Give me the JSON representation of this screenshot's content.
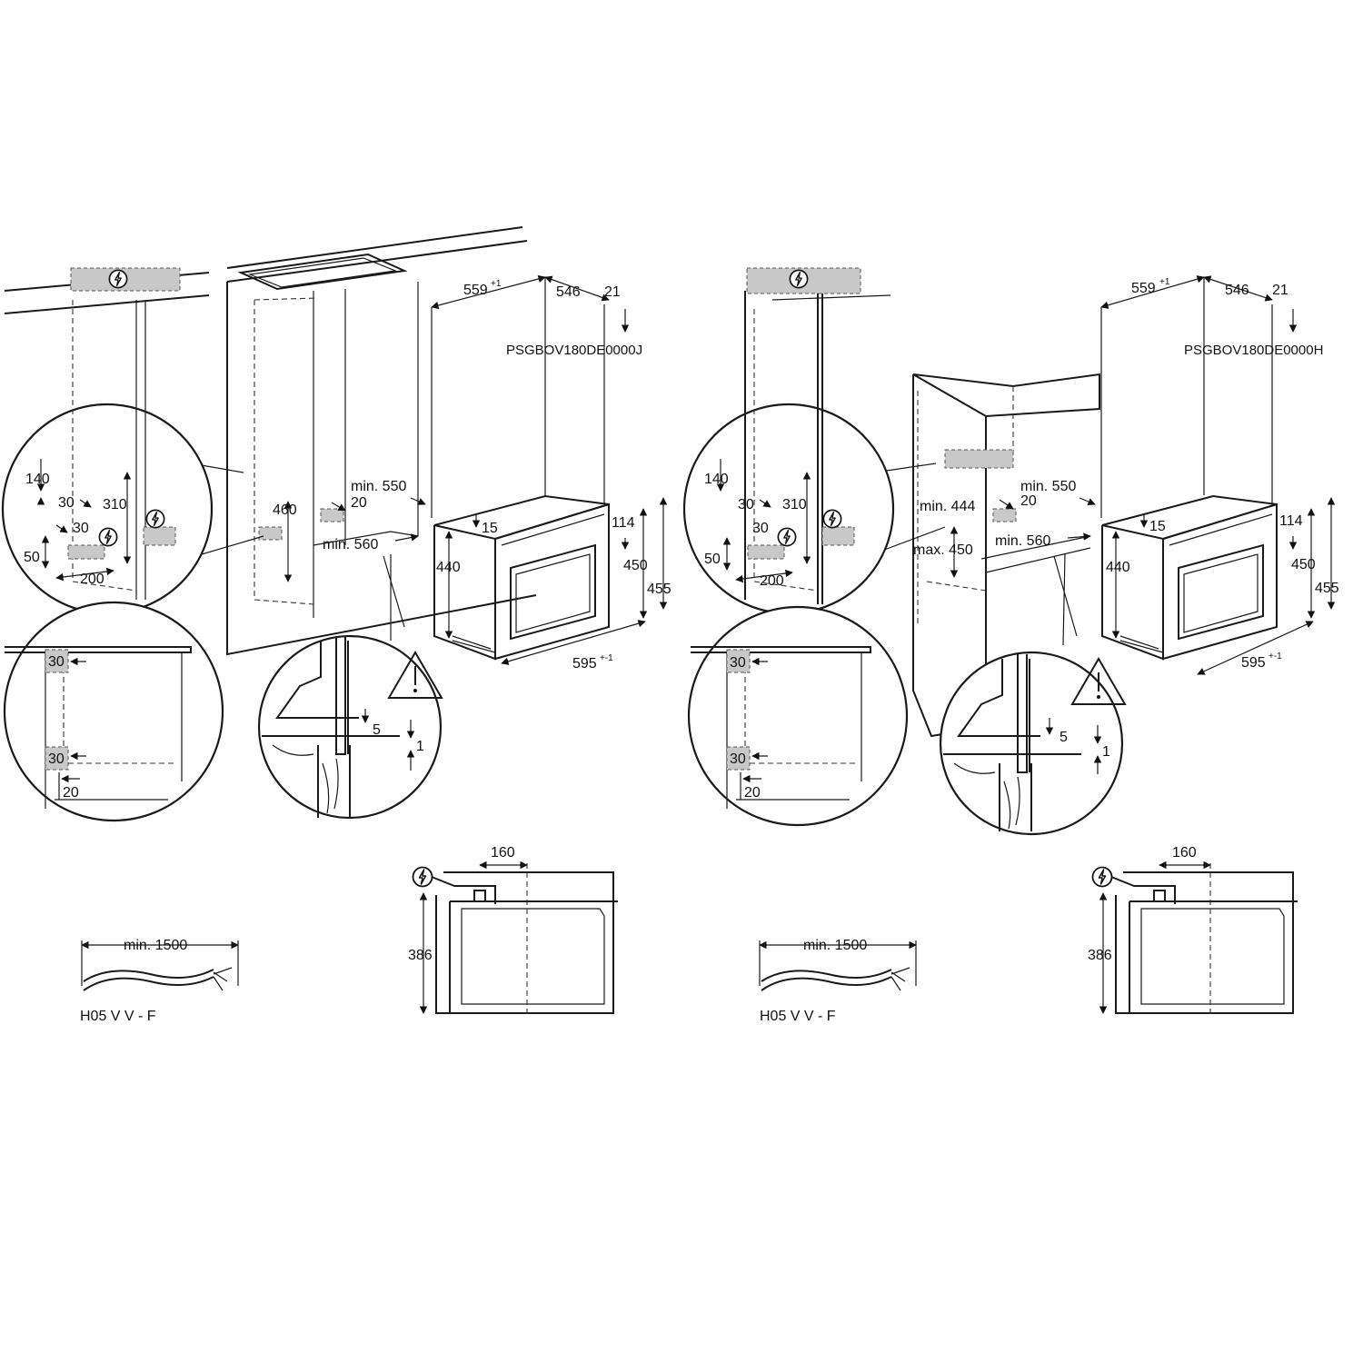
{
  "diagrams": [
    {
      "title": "PSGBOV180DE0000J",
      "dims": {
        "d140": "140",
        "d30a": "30",
        "d310": "310",
        "d30b": "30",
        "d50": "50",
        "d200": "200",
        "d460": "460",
        "min550": "min. 550",
        "d20": "20",
        "min560": "min. 560",
        "d559": "559",
        "d559sup": "+1",
        "d546": "546",
        "d21": "21",
        "d15": "15",
        "d440": "440",
        "d114": "114",
        "d450": "450",
        "d455": "455",
        "d595": "595",
        "d595sup": "+-1",
        "c30a": "30",
        "c30b": "30",
        "c20": "20",
        "d5": "5",
        "d1": "1",
        "d160": "160",
        "d386": "386",
        "min1500": "min. 1500",
        "cable": "H05 V V - F"
      }
    },
    {
      "title": "PSGBOV180DE0000H",
      "dims": {
        "d140": "140",
        "d30a": "30",
        "d310": "310",
        "d30b": "30",
        "d50": "50",
        "d200": "200",
        "min444": "min. 444",
        "max450": "max. 450",
        "min550": "min. 550",
        "d20": "20",
        "min560": "min. 560",
        "d559": "559",
        "d559sup": "+1",
        "d546": "546",
        "d21": "21",
        "d15": "15",
        "d440": "440",
        "d114": "114",
        "d450": "450",
        "d455": "455",
        "d595": "595",
        "d595sup": "+-1",
        "c30a": "30",
        "c30b": "30",
        "c20": "20",
        "d5": "5",
        "d1": "1",
        "d160": "160",
        "d386": "386",
        "min1500": "min. 1500",
        "cable": "H05 V V - F"
      }
    }
  ]
}
